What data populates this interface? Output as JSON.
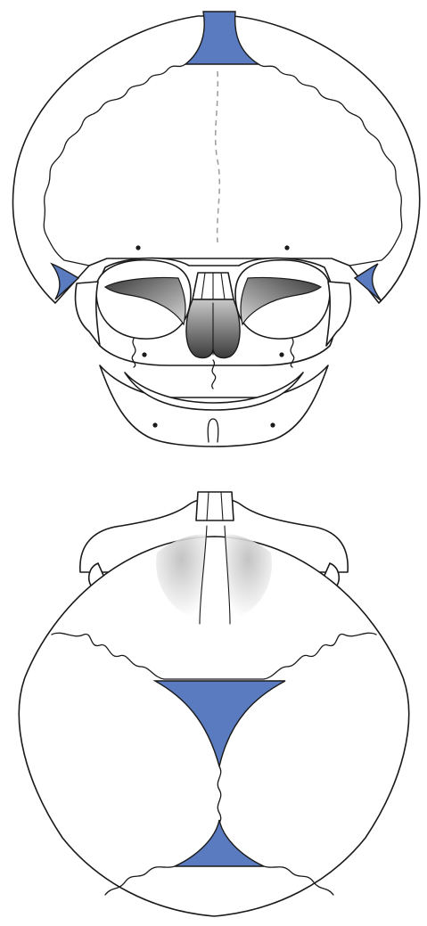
{
  "colors": {
    "fontanelle": "#5a7bbf",
    "outline": "#1a1a1a",
    "bone": "#ffffff",
    "shadow_dark": "#3a3a3a",
    "shadow_light": "#d8d8d8"
  },
  "views": [
    {
      "id": "frontal",
      "regions": [
        "frontal-bone",
        "orbits",
        "nasal-cavity",
        "maxilla",
        "mandible"
      ],
      "fontanelles": [
        "anterior-fontanelle",
        "sphenoid-fontanelle-left",
        "sphenoid-fontanelle-right"
      ]
    },
    {
      "id": "superior",
      "regions": [
        "frontal-bones",
        "parietal-bones",
        "occipital-bone"
      ],
      "fontanelles": [
        "anterior-fontanelle",
        "posterior-fontanelle"
      ]
    }
  ]
}
